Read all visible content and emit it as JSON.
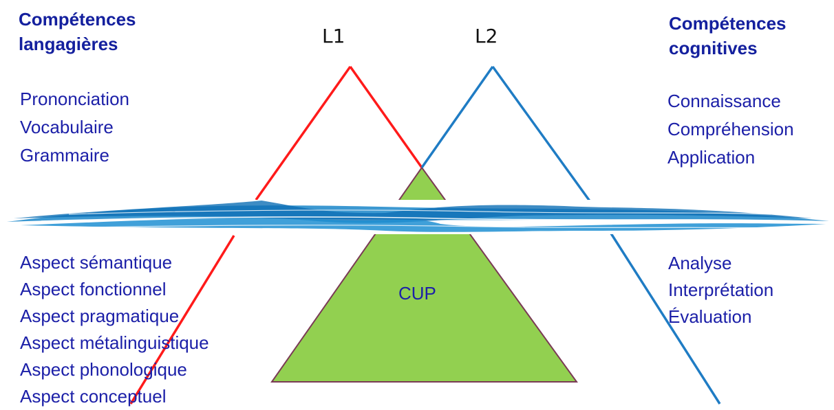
{
  "left_heading": [
    "Compétences",
    "langagières"
  ],
  "right_heading": [
    "Compétences",
    "cognitives"
  ],
  "triangle_labels": {
    "l1": "L1",
    "l2": "L2",
    "center": "CUP"
  },
  "left_upper_items": [
    "Prononciation",
    "Vocabulaire",
    "Grammaire"
  ],
  "left_lower_items": [
    "Aspect sémantique",
    "Aspect fonctionnel",
    "Aspect pragmatique",
    "Aspect métalinguistique",
    "Aspect phonologique",
    "Aspect conceptuel"
  ],
  "right_upper_items": [
    "Connaissance",
    "Compréhension",
    "Application"
  ],
  "right_lower_items": [
    "Analyse",
    "Interprétation",
    "Évaluation"
  ],
  "colors": {
    "text": "#1c20a8",
    "l1": "#ff1a1a",
    "l2": "#1f7cc4",
    "cup": "#92d050",
    "water": "#1a86c9"
  }
}
